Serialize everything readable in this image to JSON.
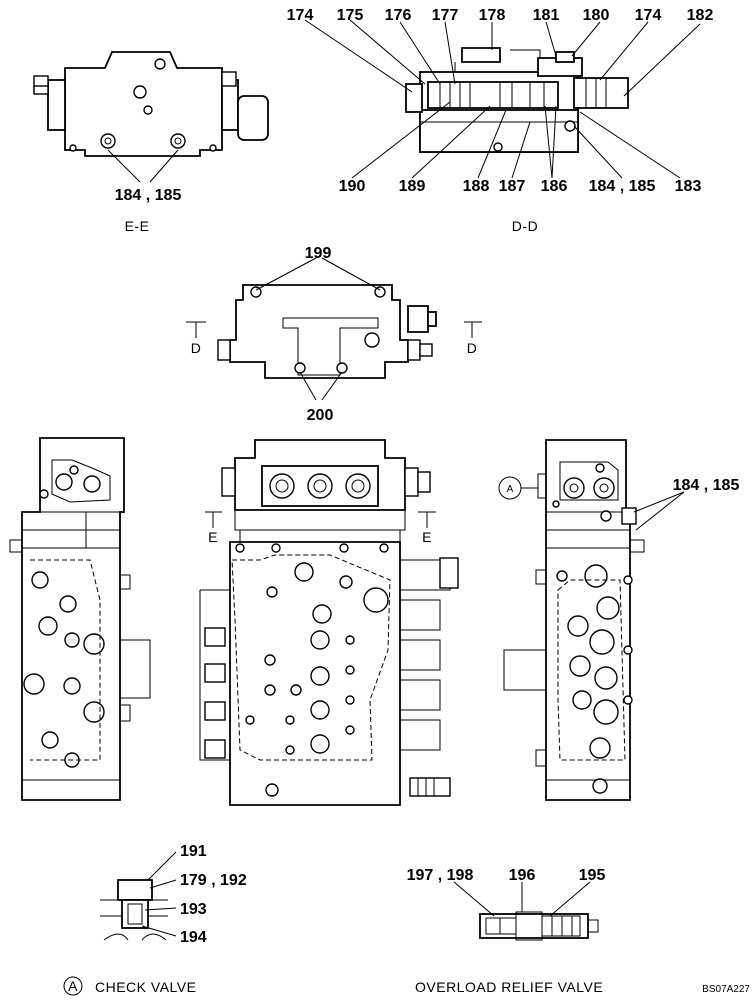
{
  "views": {
    "ee_title": "E-E",
    "dd_title": "D-D"
  },
  "callouts": {
    "ee_bottom": "184 , 185",
    "dd_top": [
      "174",
      "175",
      "176",
      "177",
      "178",
      "181",
      "180",
      "174",
      "182"
    ],
    "dd_bottom": [
      "190",
      "189",
      "188",
      "187",
      "186",
      "184 , 185",
      "183"
    ],
    "top_cover": "199",
    "bottom_cover": "200",
    "right_side": "184 , 185",
    "check_valve": [
      "191",
      "179 , 192",
      "193",
      "194"
    ],
    "relief_valve": [
      "197 , 198",
      "196",
      "195"
    ]
  },
  "section_marks": {
    "d_left": "D",
    "d_right": "D",
    "e_left": "E",
    "e_right": "E",
    "detail_a": "A"
  },
  "captions": {
    "check_valve_marker": "A",
    "check_valve": "CHECK VALVE",
    "relief_valve": "OVERLOAD RELIEF VALVE",
    "drawing_code": "BS07A227"
  }
}
